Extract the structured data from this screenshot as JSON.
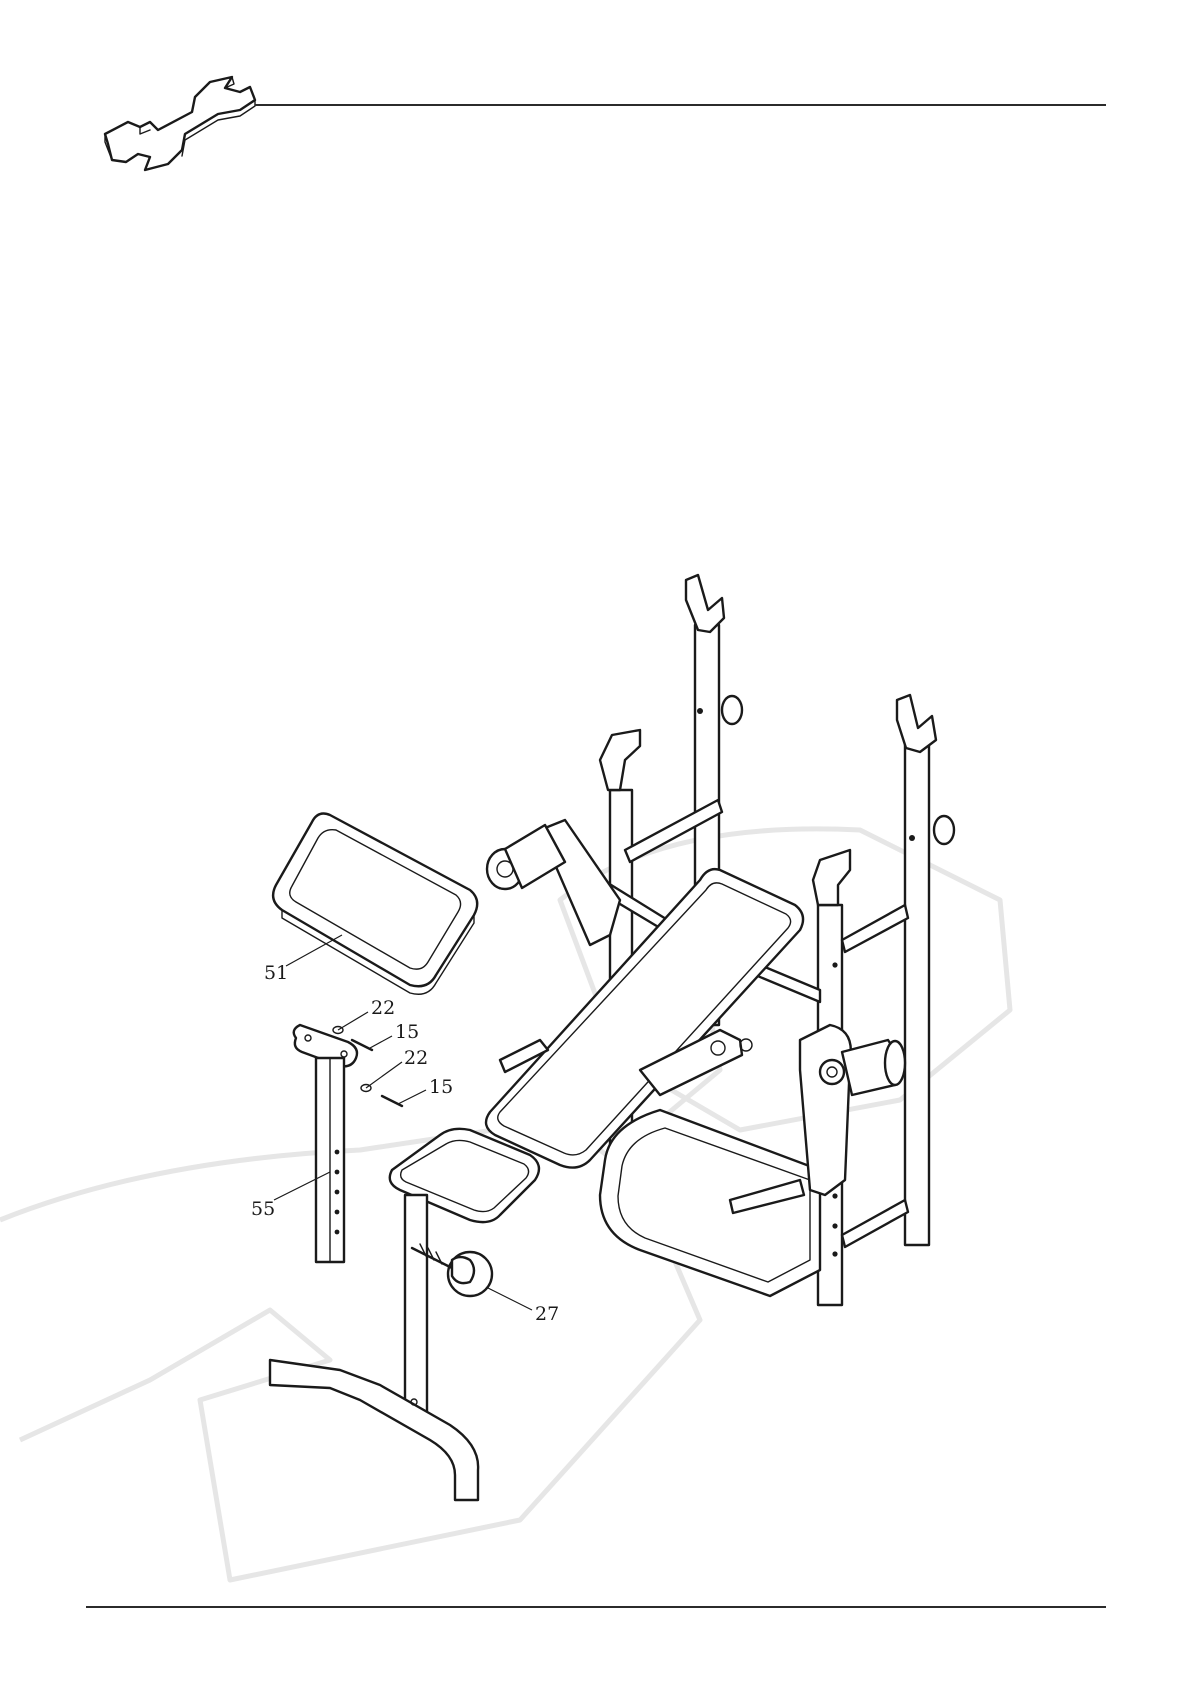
{
  "icons": {
    "header": "wrench-icon"
  },
  "colors": {
    "line": "#1a1a1a",
    "watermark": "#e6e6e6",
    "background": "#ffffff"
  },
  "callouts": [
    {
      "id": "51"
    },
    {
      "id": "22"
    },
    {
      "id": "15"
    },
    {
      "id": "22"
    },
    {
      "id": "15"
    },
    {
      "id": "55"
    },
    {
      "id": "27"
    }
  ]
}
